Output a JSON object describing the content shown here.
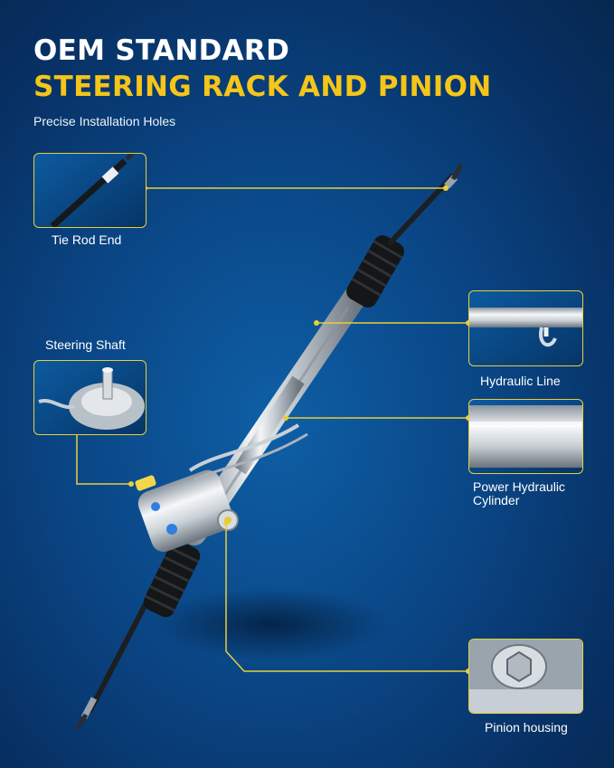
{
  "header": {
    "title_line1": "OEM STANDARD",
    "title_line2": "STEERING RACK AND PINION",
    "subtitle": "Precise Installation Holes"
  },
  "callouts": {
    "tie_rod_end": "Tie Rod End",
    "steering_shaft": "Steering Shaft",
    "hydraulic_line": "Hydraulic Line",
    "power_hydraulic_cylinder_line1": "Power Hydraulic",
    "power_hydraulic_cylinder_line2": "Cylinder",
    "pinion_housing": "Pinion housing"
  },
  "colors": {
    "accent_yellow": "#f5c518",
    "callout_line": "#e8cf3a",
    "background_deep_blue": "#072f61"
  }
}
